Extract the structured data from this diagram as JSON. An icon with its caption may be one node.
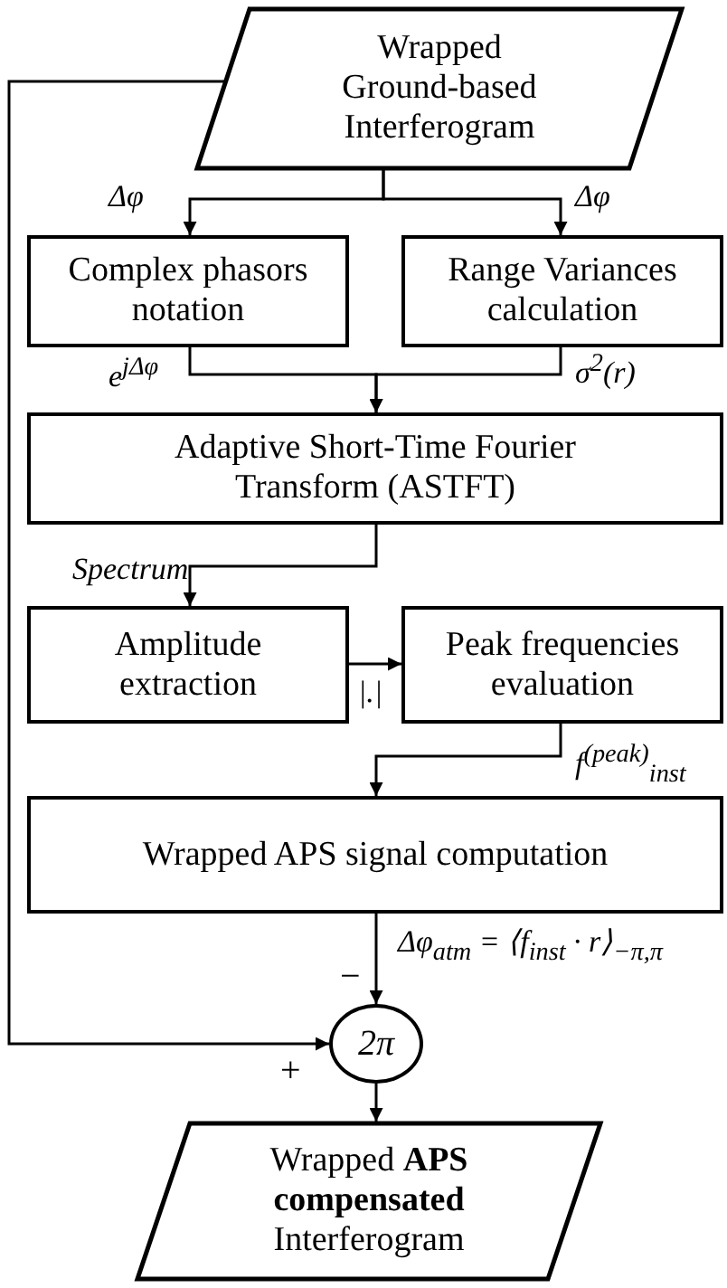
{
  "diagram": {
    "nodes": [
      {
        "text": [
          "Wrapped Ground-based Interferogram"
        ]
      },
      {
        "text": [
          "Complex phasors notation"
        ]
      },
      {
        "text": [
          "Range Variances calculation"
        ]
      },
      {
        "text": [
          "Adaptive Short-Time Fourier Transform (ASTFT)"
        ]
      },
      {
        "text": [
          "Amplitude extraction"
        ]
      },
      {
        "text": [
          "Peak frequencies evaluation"
        ]
      },
      {
        "text": [
          "Wrapped APS signal computation"
        ]
      },
      {
        "text": [
          "2π"
        ]
      },
      {
        "text": [
          "Wrapped **APS compensated** Interferogram"
        ]
      }
    ],
    "edges": [
      {
        "from": 0,
        "to": 1,
        "arrow": "to",
        "label": "Δφ"
      },
      {
        "from": 0,
        "to": 2,
        "arrow": "to",
        "label": "Δφ"
      },
      {
        "from": 1,
        "to": 3,
        "arrow": "to",
        "label": "e$^{jΔφ}$"
      },
      {
        "from": 2,
        "to": 3,
        "arrow": "to",
        "label": "σ$^{2}$(r)"
      },
      {
        "from": 3,
        "to": 4,
        "arrow": "to",
        "label": "Spectrum"
      },
      {
        "from": 4,
        "to": 5,
        "arrow": "to",
        "label": "|.|"
      },
      {
        "from": 5,
        "to": 6,
        "arrow": "to",
        "label": "f$^{(peak)}$$_{inst}$"
      },
      {
        "from": 6,
        "to": 7,
        "arrow": "to",
        "label": "Δφ$_{atm}$ = ⟨f$_{inst}$ · r⟩$_{−π,π}$"
      },
      {
        "from": 0,
        "to": 7,
        "arrow": "to"
      },
      {
        "from": 7,
        "to": 8,
        "arrow": "to"
      }
    ],
    "labels": [
      "−",
      "+"
    ]
  }
}
